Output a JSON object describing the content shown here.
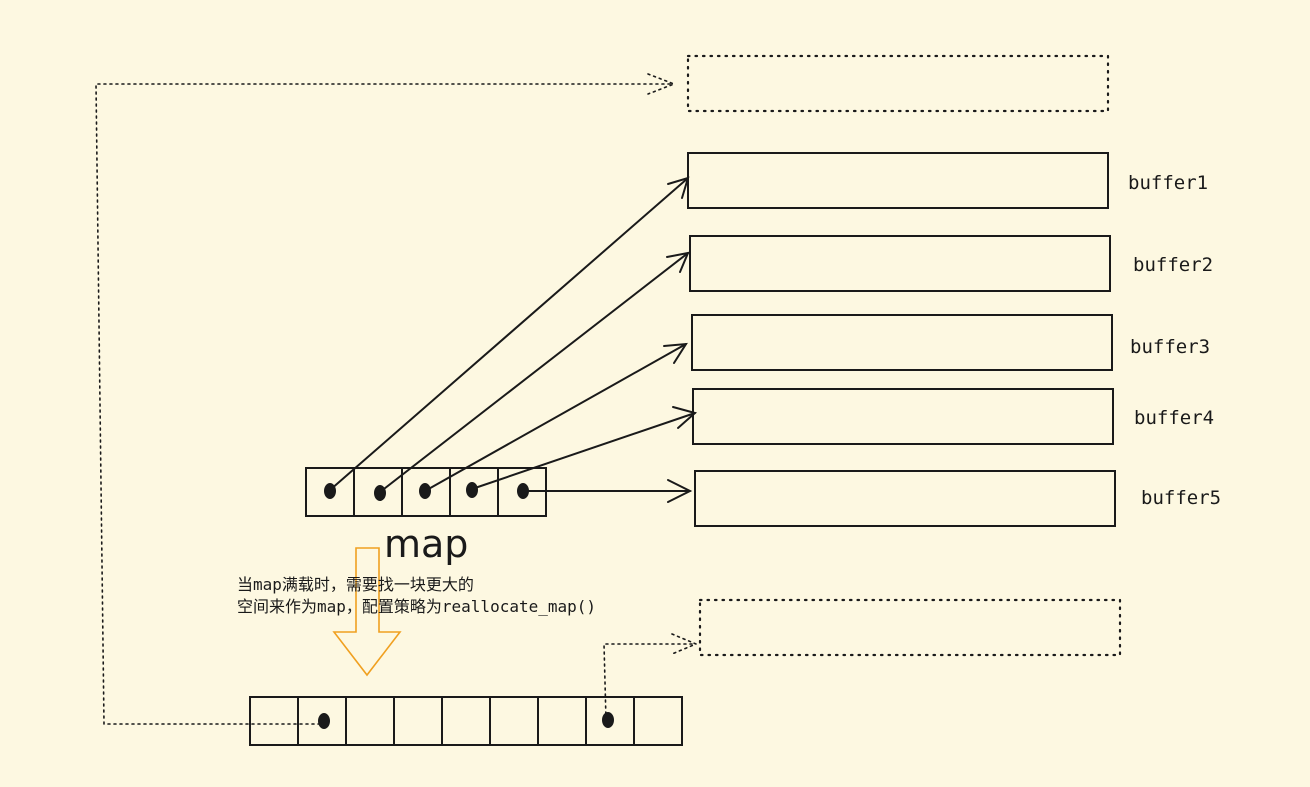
{
  "buffers": [
    "buffer1",
    "buffer2",
    "buffer3",
    "buffer4",
    "buffer5"
  ],
  "map_label": "map",
  "note": {
    "line1": "当map满载时，需要找一块更大的",
    "line2": "空间来作为map，配置策略为reallocate_map()"
  },
  "colors": {
    "background": "#fdf8e1",
    "ink": "#1a1a1a",
    "accent": "#f0a020"
  }
}
